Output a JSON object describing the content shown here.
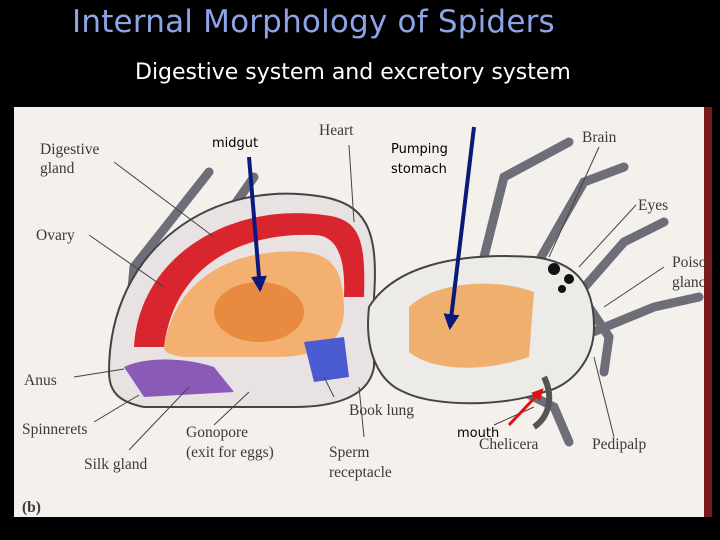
{
  "slide": {
    "title": "Internal Morphology of Spiders",
    "subtitle": "Digestive system and excretory system"
  },
  "figure": {
    "panel_label": "(b)",
    "labels": {
      "digestive_gland_1": "Digestive",
      "digestive_gland_2": "gland",
      "ovary": "Ovary",
      "anus": "Anus",
      "spinnerets": "Spinnerets",
      "silk_gland": "Silk gland",
      "gonopore_1": "Gonopore",
      "gonopore_2": "(exit for eggs)",
      "heart": "Heart",
      "book_lung": "Book lung",
      "sperm_1": "Sperm",
      "sperm_2": "receptacle",
      "brain": "Brain",
      "eyes": "Eyes",
      "poison_1": "Poiso",
      "poison_2": "glanc",
      "chelicera": "Chelicera",
      "pedipalp": "Pedipalp"
    },
    "annotations": {
      "midgut": "midgut",
      "pumping_1": "Pumping",
      "pumping_2": "stomach",
      "mouth": "mouth"
    },
    "colors": {
      "background": "#000000",
      "title": "#8fa4e6",
      "subtitle": "#ffffff",
      "page": "#f4f0ec",
      "digestive_red": "#d9262e",
      "gland_orange": "#f0a060",
      "arrow_navy": "#0a1a7a",
      "arrow_red": "#e01010"
    }
  }
}
